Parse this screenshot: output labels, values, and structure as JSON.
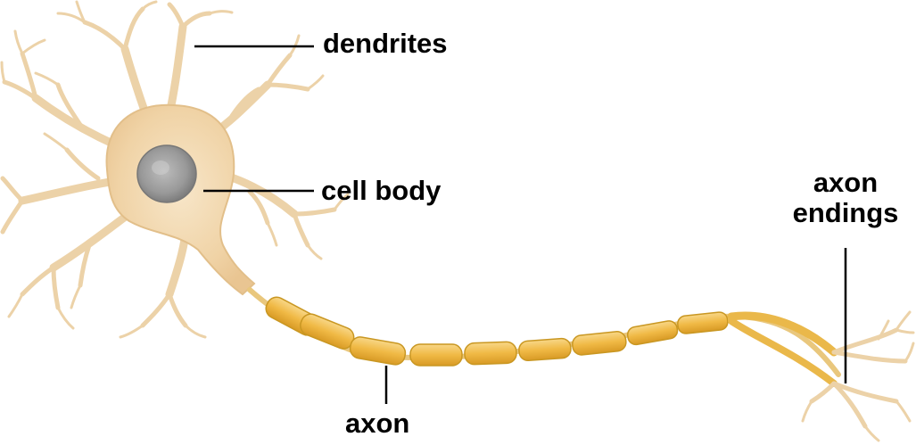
{
  "diagram": {
    "labels": {
      "dendrites": "dendrites",
      "cell_body": "cell body",
      "axon": "axon",
      "axon_endings_line1": "axon",
      "axon_endings_line2": "endings"
    },
    "colors": {
      "dendrite_fill": "#f6e3c4",
      "dendrite_stroke": "#e7c89a",
      "soma_fill": "#f3d9b0",
      "nucleus_fill": "#a9a9a9",
      "nucleus_edge": "#7a7a7a",
      "myelin_fill": "#f1be4c",
      "myelin_stroke": "#c99722",
      "axon_core": "#e9c77d",
      "leader_line": "#000000"
    }
  }
}
